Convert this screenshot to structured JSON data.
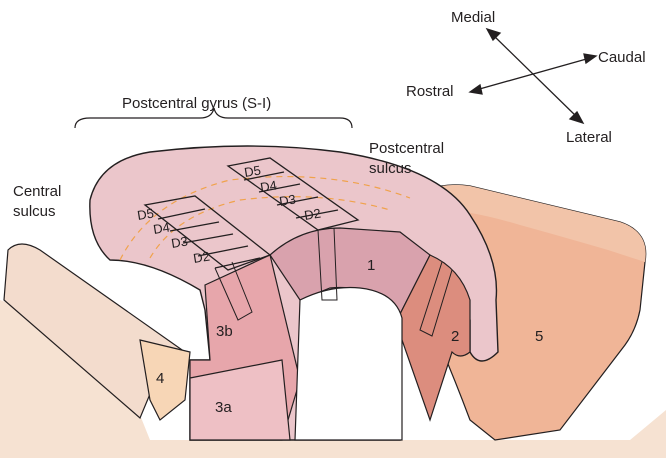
{
  "title": "Postcentral gyrus (S-I)",
  "orientation": {
    "medial": "Medial",
    "caudal": "Caudal",
    "rostral": "Rostral",
    "lateral": "Lateral"
  },
  "sulci": {
    "central": [
      "Central",
      "sulcus"
    ],
    "postcentral": [
      "Postcentral",
      "sulcus"
    ]
  },
  "areas": {
    "a1": "1",
    "a2": "2",
    "a3a": "3a",
    "a3b": "3b",
    "a4": "4",
    "a5": "5"
  },
  "digit_bands": {
    "area3b": [
      "D5",
      "D4",
      "D3",
      "D2"
    ],
    "area1": [
      "D5",
      "D4",
      "D3",
      "D2"
    ]
  },
  "colors": {
    "outline": "#231f20",
    "gyrus_top": "#ebc6cb",
    "area3b": "#e7a6ab",
    "area3a": "#eec0c5",
    "area1": "#d9a2ad",
    "area2": "#dc8d7e",
    "area4": "#f7d6b6",
    "area5": "#f0b597",
    "ground": "#f6e2d2",
    "dashed": "#f0a24b"
  }
}
